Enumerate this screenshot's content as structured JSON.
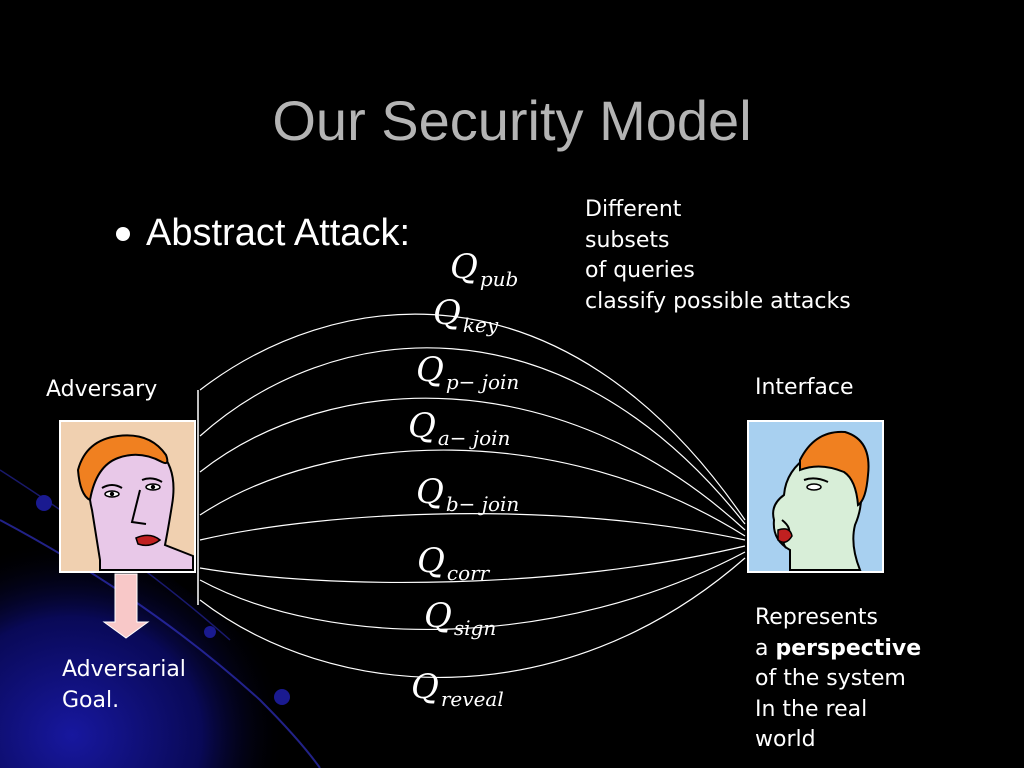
{
  "title": "Our Security Model",
  "bullet": {
    "text": "Abstract Attack:"
  },
  "note_subsets": [
    "Different",
    "subsets",
    "of queries",
    "classify possible attacks"
  ],
  "adversary": {
    "label": "Adversary",
    "goal": [
      "Adversarial",
      "Goal."
    ]
  },
  "interface": {
    "label": "Interface",
    "desc_prefix": "Represents",
    "desc_a": "a ",
    "desc_bold": "perspective",
    "desc_rest": [
      "of the system",
      "In the real",
      "world"
    ]
  },
  "queries": [
    {
      "main": "Q",
      "sub": "pub"
    },
    {
      "main": "Q",
      "sub": "key"
    },
    {
      "main": "Q",
      "sub": "p− join"
    },
    {
      "main": "Q",
      "sub": "a− join"
    },
    {
      "main": "Q",
      "sub": "b− join"
    },
    {
      "main": "Q",
      "sub": "corr"
    },
    {
      "main": "Q",
      "sub": "sign"
    },
    {
      "main": "Q",
      "sub": "reveal"
    }
  ],
  "colors": {
    "background": "#000000",
    "title": "#b4b4b4",
    "adversary_frame": "#f0d0b0",
    "interface_frame": "#a8d0f0",
    "arrow": "#f8c8c8",
    "accent_blue": "#1a1aa0"
  }
}
